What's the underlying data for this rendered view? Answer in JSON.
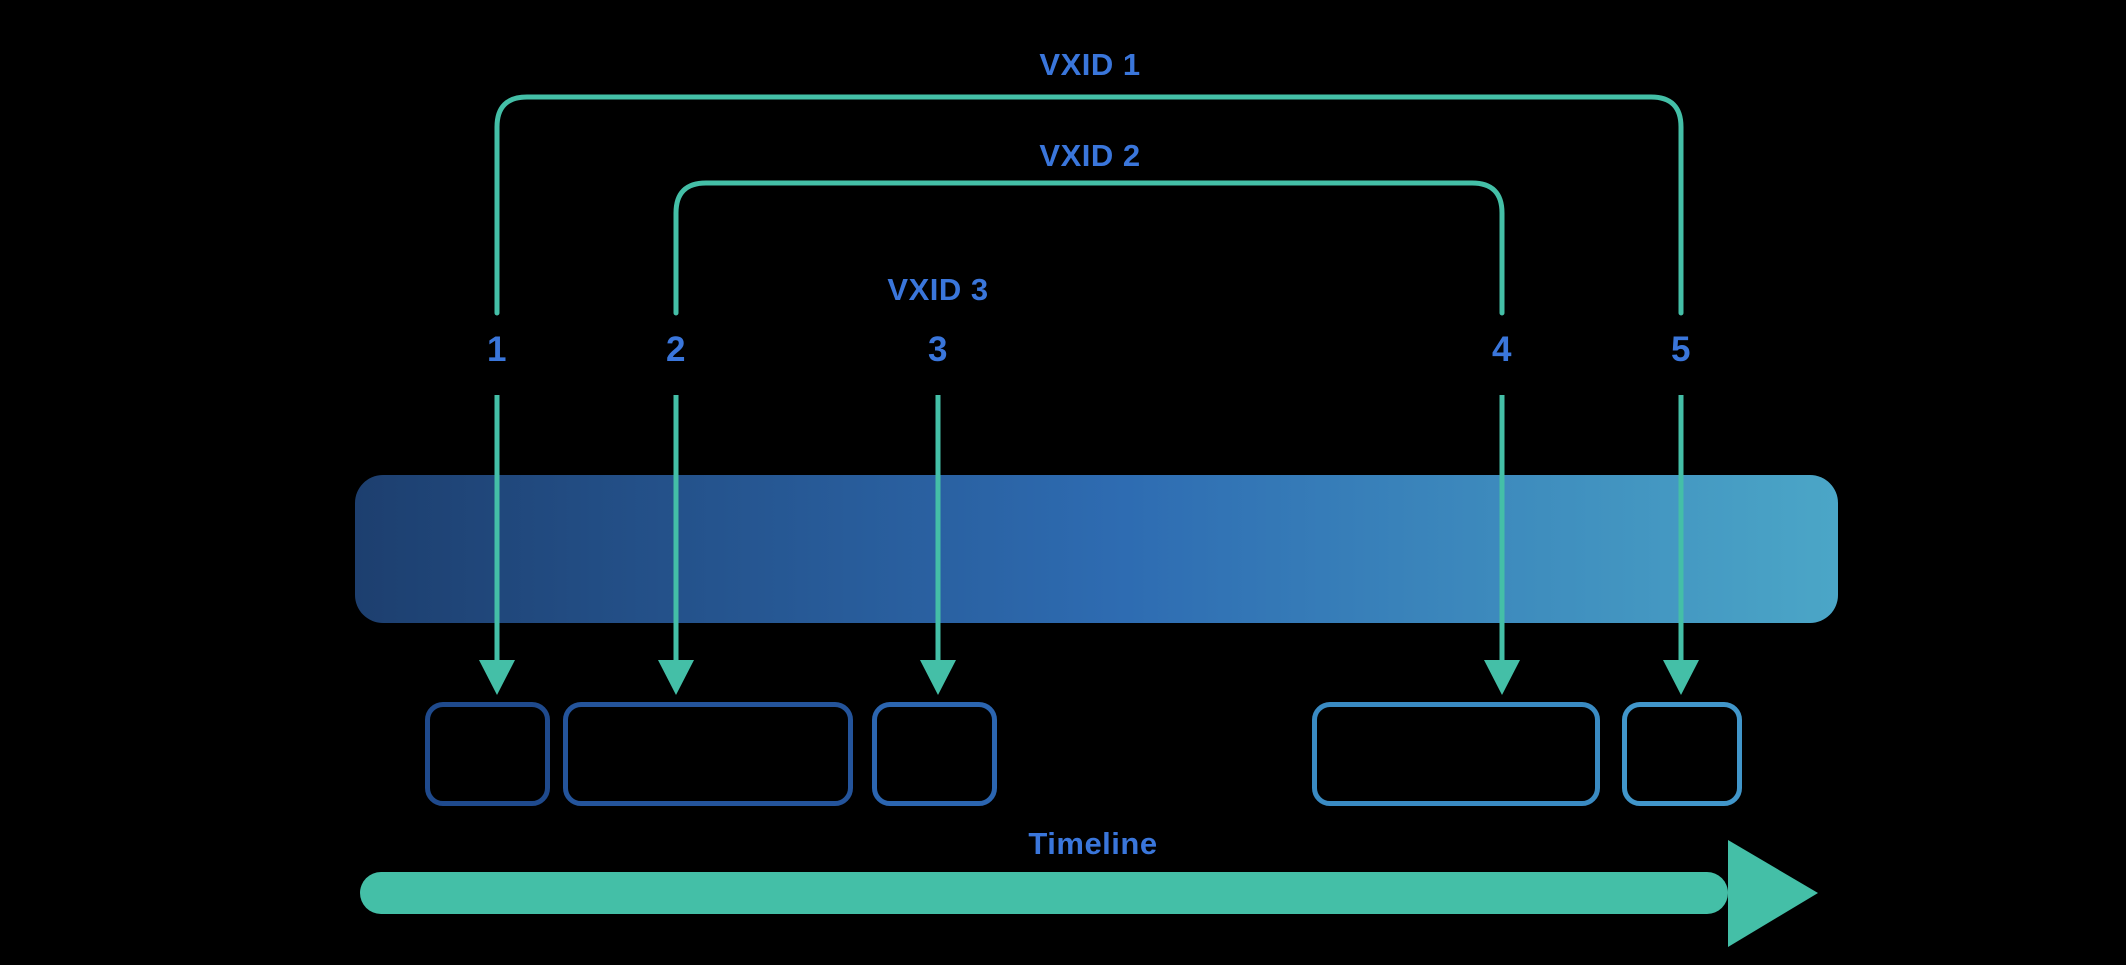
{
  "diagram": {
    "vxids": [
      {
        "label": "VXID 1",
        "start_event": "1",
        "end_event": "5"
      },
      {
        "label": "VXID 2",
        "start_event": "2",
        "end_event": "4"
      },
      {
        "label": "VXID 3",
        "start_event": "3",
        "end_event": "3"
      }
    ],
    "events": [
      "1",
      "2",
      "3",
      "4",
      "5"
    ],
    "timeline_label": "Timeline",
    "colors": {
      "background": "#000000",
      "label_blue": "#3A76DB",
      "teal_accent": "#44BFA7",
      "bar_gradient_start": "#1D3F6F",
      "bar_gradient_end": "#4BA6C7",
      "box_borders": [
        "#1F4A8D",
        "#24549B",
        "#2B65B0",
        "#3A8BC3",
        "#4196CA"
      ]
    }
  }
}
